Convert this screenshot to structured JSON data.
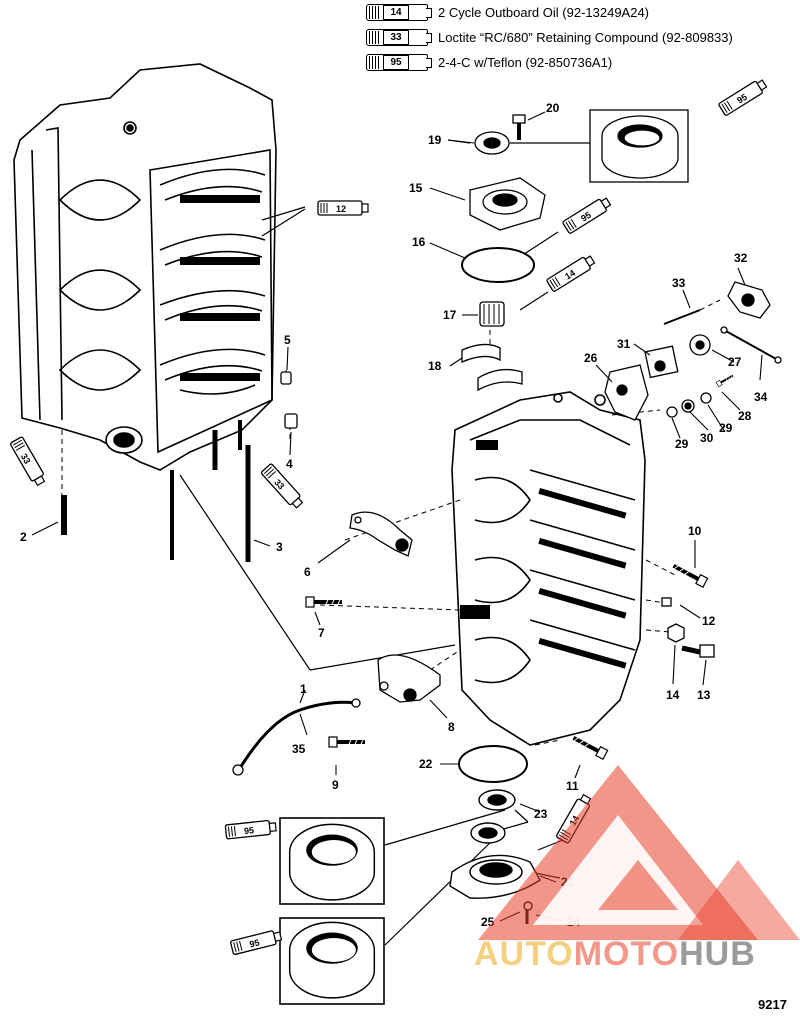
{
  "legend": [
    {
      "code": "14",
      "text": "2 Cycle Outboard Oil (92-13249A24)"
    },
    {
      "code": "33",
      "text": "Loctite “RC/680” Retaining Compound (92-809833)"
    },
    {
      "code": "95",
      "text": "2-4-C w/Teflon (92-850736A1)"
    }
  ],
  "callouts": {
    "n1": "1",
    "n2": "2",
    "n3": "3",
    "n4": "4",
    "n5": "5",
    "n6": "6",
    "n7": "7",
    "n8": "8",
    "n9": "9",
    "n10": "10",
    "n11": "11",
    "n12": "12",
    "n13": "13",
    "n14": "14",
    "n15": "15",
    "n16": "16",
    "n17": "17",
    "n18": "18",
    "n19": "19",
    "n20": "20",
    "n21": "21",
    "n22": "22",
    "n23": "23",
    "n24": "24",
    "n25": "25",
    "n26": "26",
    "n27": "27",
    "n28": "28",
    "n29a": "29",
    "n29b": "29",
    "n30": "30",
    "n31": "31",
    "n32": "32",
    "n33": "33",
    "n34": "34",
    "n35": "35"
  },
  "tube_tags": {
    "t95a": "95",
    "t12": "12",
    "t95b": "95",
    "t14a": "14",
    "t33a": "33",
    "t33b": "33",
    "t95c": "95",
    "t95d": "95",
    "t14b": "14"
  },
  "watermark": {
    "part1": "AUTO",
    "part2": "MOTO",
    "part3": "HUB"
  },
  "figure_number": "9217",
  "colors": {
    "line": "#000000",
    "watermark_red": "#e8402a",
    "watermark_yellow": "#f2b33d",
    "watermark_gray": "#7d7d7d"
  }
}
